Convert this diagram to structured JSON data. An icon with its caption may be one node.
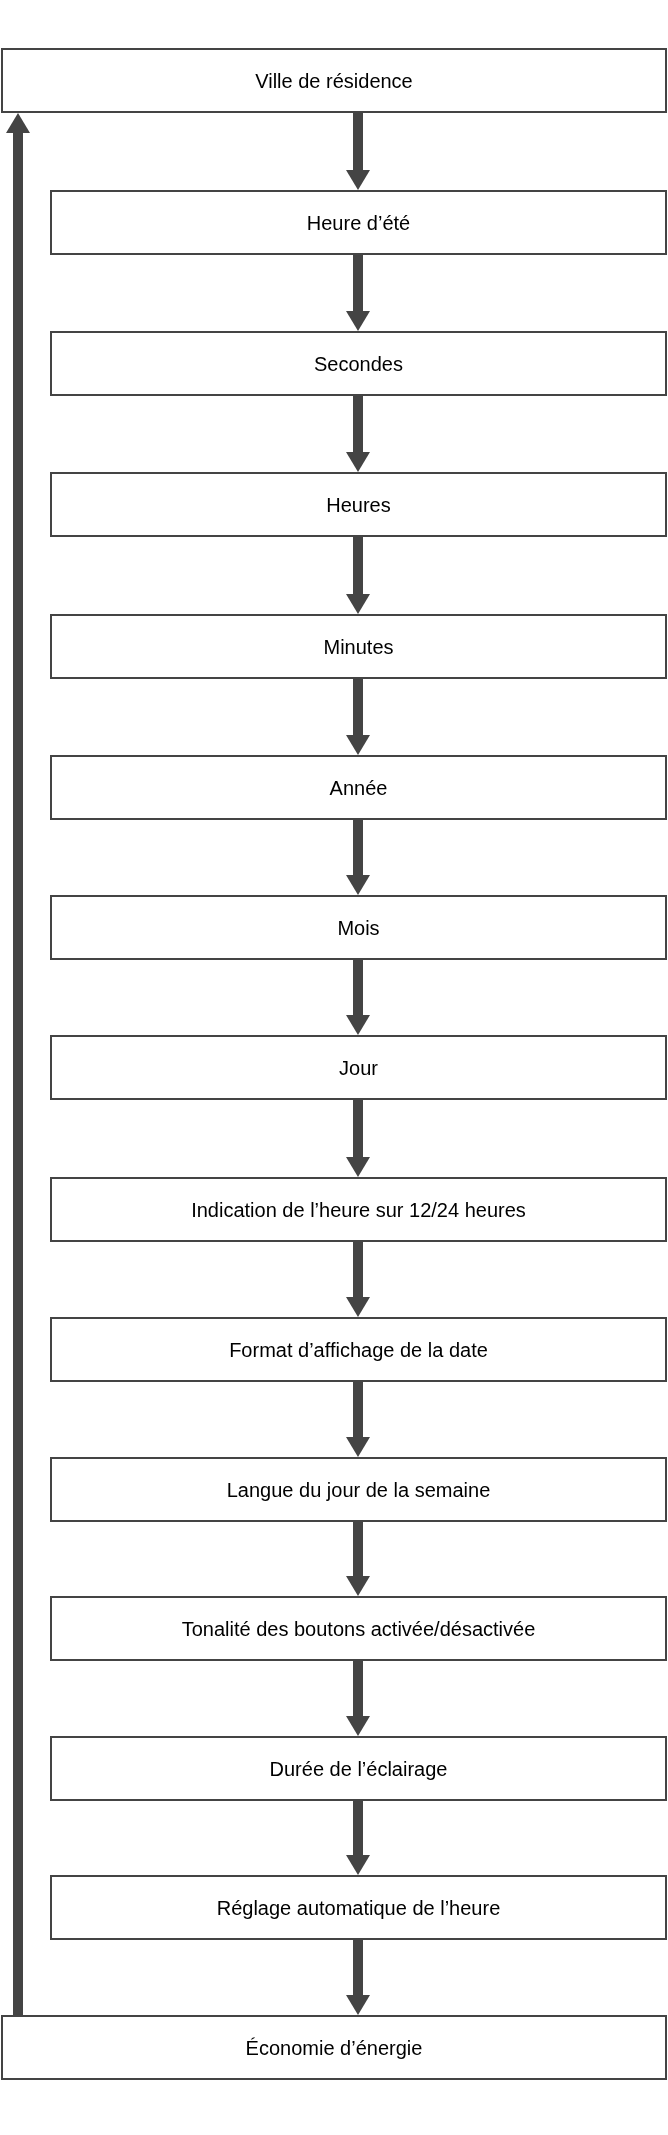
{
  "diagram": {
    "nodes": [
      {
        "text": [
          "Ville de résidence"
        ]
      },
      {
        "text": [
          "Heure d’été"
        ]
      },
      {
        "text": [
          "Secondes"
        ]
      },
      {
        "text": [
          "Heures"
        ]
      },
      {
        "text": [
          "Minutes"
        ]
      },
      {
        "text": [
          "Année"
        ]
      },
      {
        "text": [
          "Mois"
        ]
      },
      {
        "text": [
          "Jour"
        ]
      },
      {
        "text": [
          "Indication de l’heure sur 12/24 heures"
        ]
      },
      {
        "text": [
          "Format d’affichage de la date"
        ]
      },
      {
        "text": [
          "Langue du jour de la semaine"
        ]
      },
      {
        "text": [
          "Tonalité des boutons activée/désactivée"
        ]
      },
      {
        "text": [
          "Durée de l’éclairage"
        ]
      },
      {
        "text": [
          "Réglage automatique de l’heure"
        ]
      },
      {
        "text": [
          "Économie d’énergie"
        ]
      }
    ],
    "edges": [
      {
        "from": 0,
        "to": 1,
        "arrow": "to"
      },
      {
        "from": 1,
        "to": 2,
        "arrow": "to"
      },
      {
        "from": 2,
        "to": 3,
        "arrow": "to"
      },
      {
        "from": 3,
        "to": 4,
        "arrow": "to"
      },
      {
        "from": 4,
        "to": 5,
        "arrow": "to"
      },
      {
        "from": 5,
        "to": 6,
        "arrow": "to"
      },
      {
        "from": 6,
        "to": 7,
        "arrow": "to"
      },
      {
        "from": 7,
        "to": 8,
        "arrow": "to"
      },
      {
        "from": 8,
        "to": 9,
        "arrow": "to"
      },
      {
        "from": 9,
        "to": 10,
        "arrow": "to"
      },
      {
        "from": 10,
        "to": 11,
        "arrow": "to"
      },
      {
        "from": 11,
        "to": 12,
        "arrow": "to"
      },
      {
        "from": 12,
        "to": 13,
        "arrow": "to"
      },
      {
        "from": 13,
        "to": 14,
        "arrow": "to"
      },
      {
        "from": 14,
        "to": 0,
        "arrow": "to"
      }
    ]
  }
}
